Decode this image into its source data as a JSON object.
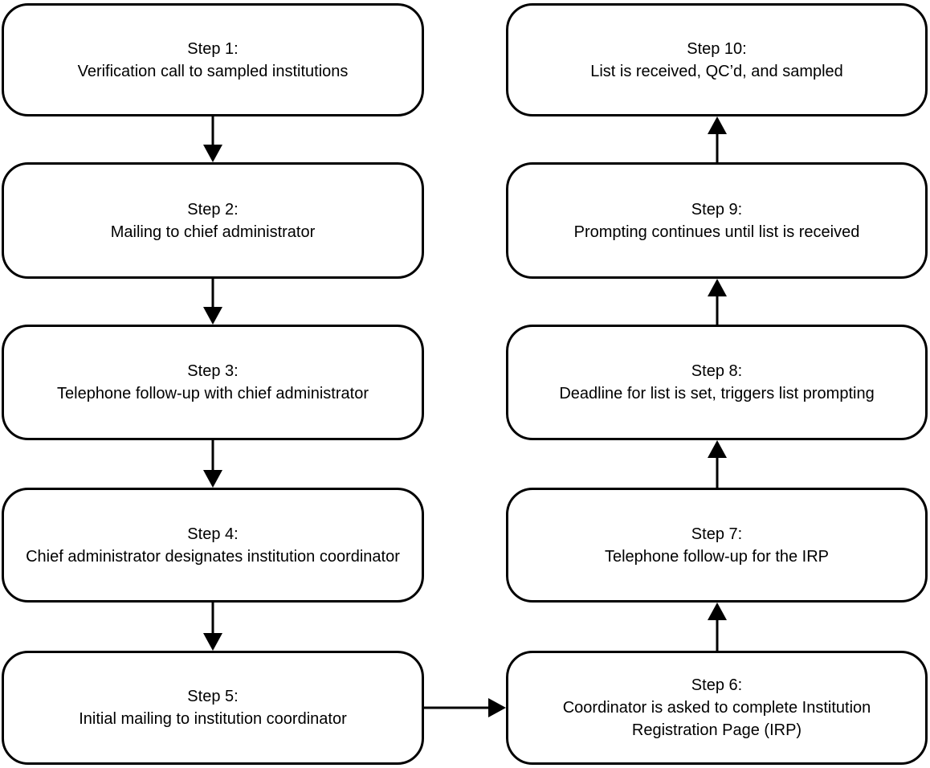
{
  "figure": {
    "type": "flowchart",
    "background_color": "#ffffff",
    "box_fill_color": "#ffffff",
    "box_border_color": "#000000",
    "text_color": "#000000",
    "arrow_color": "#000000"
  },
  "steps": [
    {
      "label": "Step 1:",
      "text": "Verification call to sampled institutions"
    },
    {
      "label": "Step 2:",
      "text": "Mailing to chief administrator"
    },
    {
      "label": "Step 3:",
      "text": "Telephone follow-up with chief administrator"
    },
    {
      "label": "Step 4:",
      "text": "Chief administrator designates institution coordinator"
    },
    {
      "label": "Step 5:",
      "text": "Initial mailing to institution coordinator"
    },
    {
      "label": "Step 6:",
      "text": "Coordinator is asked to complete Institution Registration Page (IRP)"
    },
    {
      "label": "Step 7:",
      "text": "Telephone follow-up for the IRP"
    },
    {
      "label": "Step 8:",
      "text": "Deadline for list is set, triggers list prompting"
    },
    {
      "label": "Step 9:",
      "text": "Prompting continues until list is received"
    },
    {
      "label": "Step 10:",
      "text": "List is received, QC’d, and sampled"
    }
  ],
  "connections": [
    {
      "from": "Step 1",
      "to": "Step 2",
      "direction": "down"
    },
    {
      "from": "Step 2",
      "to": "Step 3",
      "direction": "down"
    },
    {
      "from": "Step 3",
      "to": "Step 4",
      "direction": "down"
    },
    {
      "from": "Step 4",
      "to": "Step 5",
      "direction": "down"
    },
    {
      "from": "Step 5",
      "to": "Step 6",
      "direction": "right"
    },
    {
      "from": "Step 6",
      "to": "Step 7",
      "direction": "up"
    },
    {
      "from": "Step 7",
      "to": "Step 8",
      "direction": "up"
    },
    {
      "from": "Step 8",
      "to": "Step 9",
      "direction": "up"
    },
    {
      "from": "Step 9",
      "to": "Step 10",
      "direction": "up"
    }
  ]
}
